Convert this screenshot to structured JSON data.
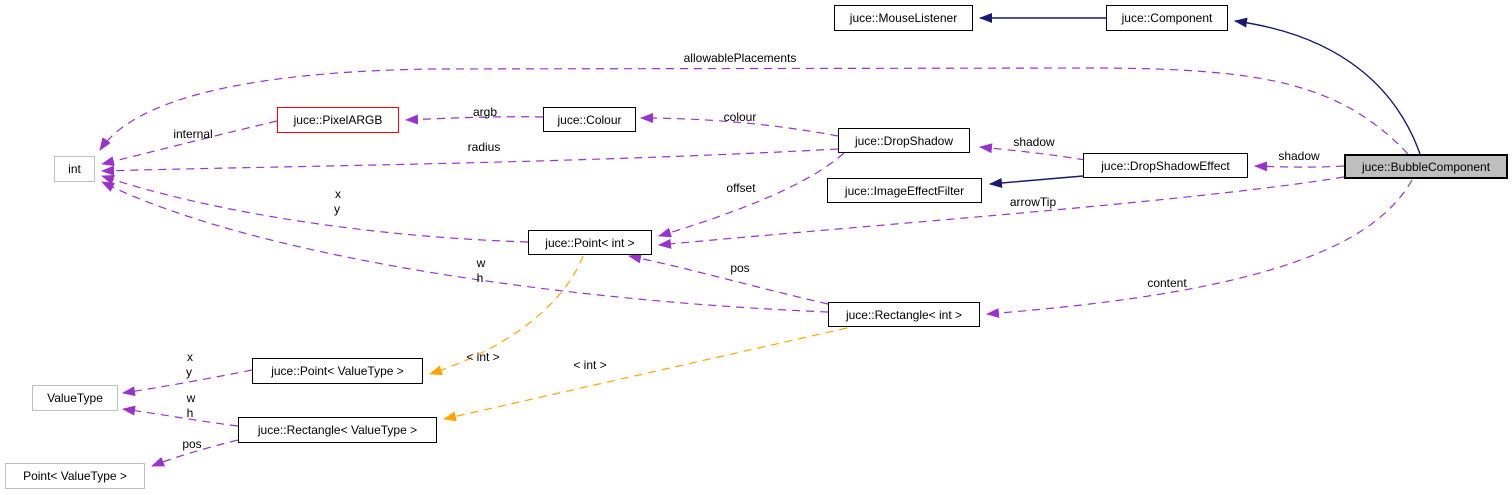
{
  "diagram": {
    "kind": "collaboration-graph",
    "subject": "juce::BubbleComponent"
  },
  "colors": {
    "usage_edge": "#9a32cd",
    "inheritance_edge": "#191970",
    "template_edge": "#ffa500",
    "node_border": "#000000",
    "undocumented_border": "#bebebe",
    "pixelargb_border": "#ff0000",
    "focus_node_fill": "#bfbfbf",
    "background": "#ffffff"
  },
  "nodes": [
    {
      "id": "mouse-listener",
      "label": "juce::MouseListener"
    },
    {
      "id": "component",
      "label": "juce::Component"
    },
    {
      "id": "bubble-component",
      "label": "juce::BubbleComponent"
    },
    {
      "id": "int",
      "label": "int"
    },
    {
      "id": "pixel-argb",
      "label": "juce::PixelARGB"
    },
    {
      "id": "colour",
      "label": "juce::Colour"
    },
    {
      "id": "drop-shadow",
      "label": "juce::DropShadow"
    },
    {
      "id": "image-effect-filter",
      "label": "juce::ImageEffectFilter"
    },
    {
      "id": "drop-shadow-effect",
      "label": "juce::DropShadowEffect"
    },
    {
      "id": "point-int",
      "label": "juce::Point< int >"
    },
    {
      "id": "rectangle-int",
      "label": "juce::Rectangle< int >"
    },
    {
      "id": "value-type",
      "label": "ValueType"
    },
    {
      "id": "point-valuetype",
      "label": "juce::Point< ValueType >"
    },
    {
      "id": "rectangle-valuetype",
      "label": "juce::Rectangle< ValueType >"
    },
    {
      "id": "point-valuetype-base",
      "label": "Point< ValueType >"
    }
  ],
  "labels": {
    "allowable_placements": "allowablePlacements",
    "internal": "internal",
    "argb": "argb",
    "radius": "radius",
    "colour": "colour",
    "offset": "offset",
    "shadow_to_dropshadow": "shadow",
    "shadow_to_effect": "shadow",
    "arrow_tip": "arrowTip",
    "content": "content",
    "pos_int": "pos",
    "x_int": "x",
    "y_int": "y",
    "w_int": "w",
    "h_int": "h",
    "inst_point": "< int >",
    "inst_rect": "< int >",
    "x_vt": "x",
    "y_vt": "y",
    "w_vt": "w",
    "h_vt": "h",
    "pos_vt": "pos"
  },
  "edges": [
    {
      "from": "juce::Component",
      "to": "juce::MouseListener",
      "type": "inheritance"
    },
    {
      "from": "juce::BubbleComponent",
      "to": "juce::Component",
      "type": "inheritance"
    },
    {
      "from": "juce::DropShadowEffect",
      "to": "juce::ImageEffectFilter",
      "type": "inheritance"
    },
    {
      "from": "juce::PixelARGB",
      "to": "int",
      "label": "internal",
      "type": "usage"
    },
    {
      "from": "juce::Colour",
      "to": "juce::PixelARGB",
      "label": "argb",
      "type": "usage"
    },
    {
      "from": "juce::DropShadow",
      "to": "juce::Colour",
      "label": "colour",
      "type": "usage"
    },
    {
      "from": "juce::DropShadow",
      "to": "int",
      "label": "radius",
      "type": "usage"
    },
    {
      "from": "juce::DropShadow",
      "to": "juce::Point< int >",
      "label": "offset",
      "type": "usage"
    },
    {
      "from": "juce::DropShadowEffect",
      "to": "juce::DropShadow",
      "label": "shadow",
      "type": "usage"
    },
    {
      "from": "juce::BubbleComponent",
      "to": "juce::DropShadowEffect",
      "label": "shadow",
      "type": "usage"
    },
    {
      "from": "juce::BubbleComponent",
      "to": "int",
      "label": "allowablePlacements",
      "type": "usage"
    },
    {
      "from": "juce::BubbleComponent",
      "to": "juce::Point< int >",
      "label": "arrowTip",
      "type": "usage"
    },
    {
      "from": "juce::BubbleComponent",
      "to": "juce::Rectangle< int >",
      "label": "content",
      "type": "usage"
    },
    {
      "from": "juce::Point< int >",
      "to": "int",
      "label": "x, y",
      "type": "usage"
    },
    {
      "from": "juce::Rectangle< int >",
      "to": "int",
      "label": "w, h",
      "type": "usage"
    },
    {
      "from": "juce::Rectangle< int >",
      "to": "juce::Point< int >",
      "label": "pos",
      "type": "usage"
    },
    {
      "from": "juce::Point< int >",
      "to": "juce::Point< ValueType >",
      "label": "< int >",
      "type": "template-instance"
    },
    {
      "from": "juce::Rectangle< int >",
      "to": "juce::Rectangle< ValueType >",
      "label": "< int >",
      "type": "template-instance"
    },
    {
      "from": "juce::Point< ValueType >",
      "to": "ValueType",
      "label": "x, y",
      "type": "usage"
    },
    {
      "from": "juce::Rectangle< ValueType >",
      "to": "ValueType",
      "label": "w, h",
      "type": "usage"
    },
    {
      "from": "juce::Rectangle< ValueType >",
      "to": "Point< ValueType >",
      "label": "pos",
      "type": "usage"
    }
  ]
}
